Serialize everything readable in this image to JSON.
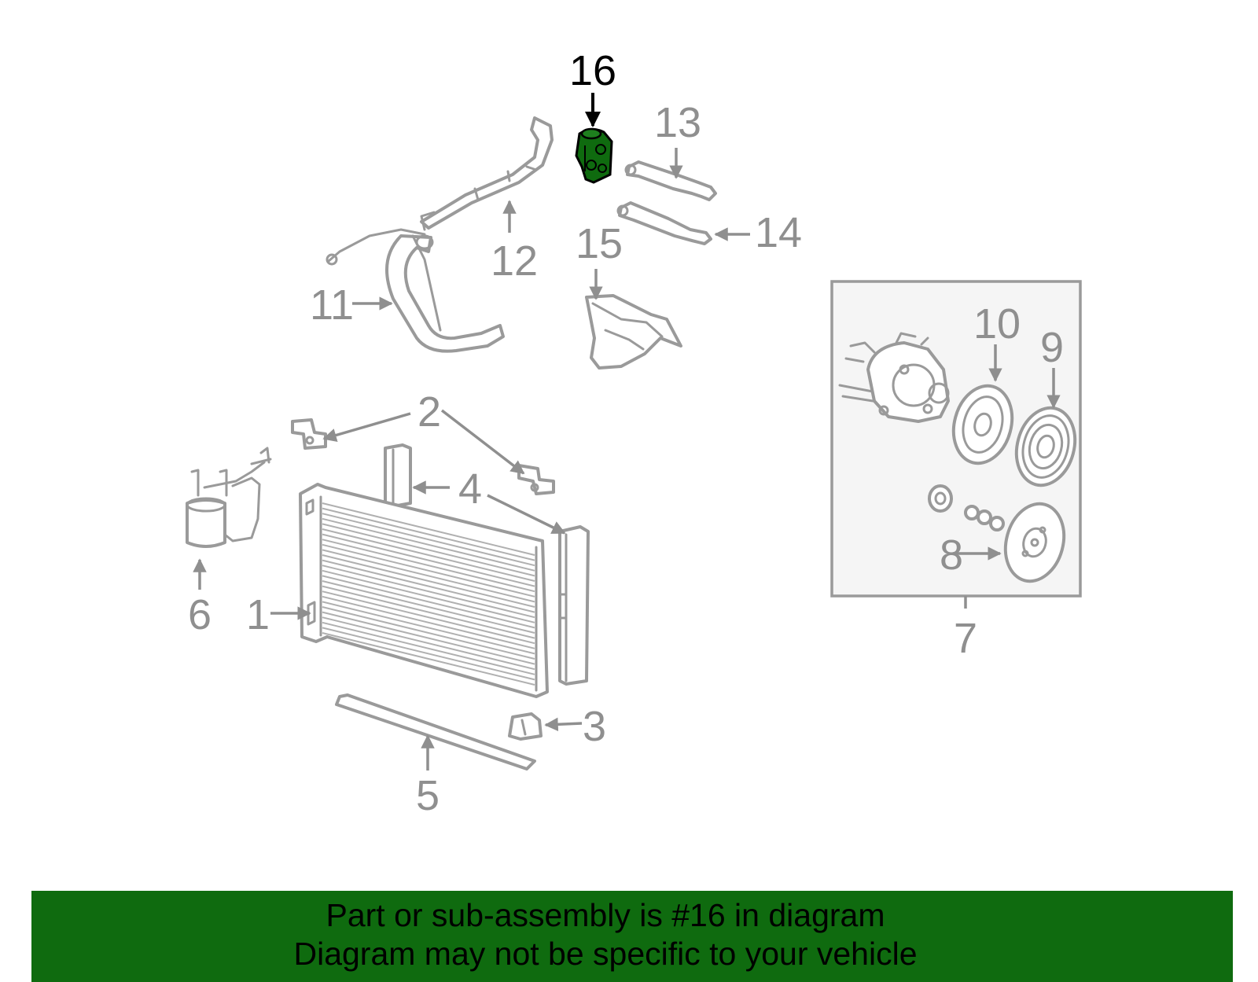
{
  "diagram": {
    "highlighted_part": "16",
    "colors": {
      "highlight": "#0f6b0f",
      "part_stroke": "#9a9a9a",
      "callout_text": "#8f8f8f",
      "callout_highlight_text": "#000000",
      "banner_background": "#0f6b0f"
    },
    "callouts": {
      "c1": "1",
      "c2": "2",
      "c3": "3",
      "c4": "4",
      "c5": "5",
      "c6": "6",
      "c7": "7",
      "c8": "8",
      "c9": "9",
      "c10": "10",
      "c11": "11",
      "c12": "12",
      "c13": "13",
      "c14": "14",
      "c15": "15",
      "c16": "16"
    }
  },
  "banner": {
    "line1": "Part or sub-assembly is #16 in diagram",
    "line2": "Diagram may not be specific to your vehicle"
  }
}
